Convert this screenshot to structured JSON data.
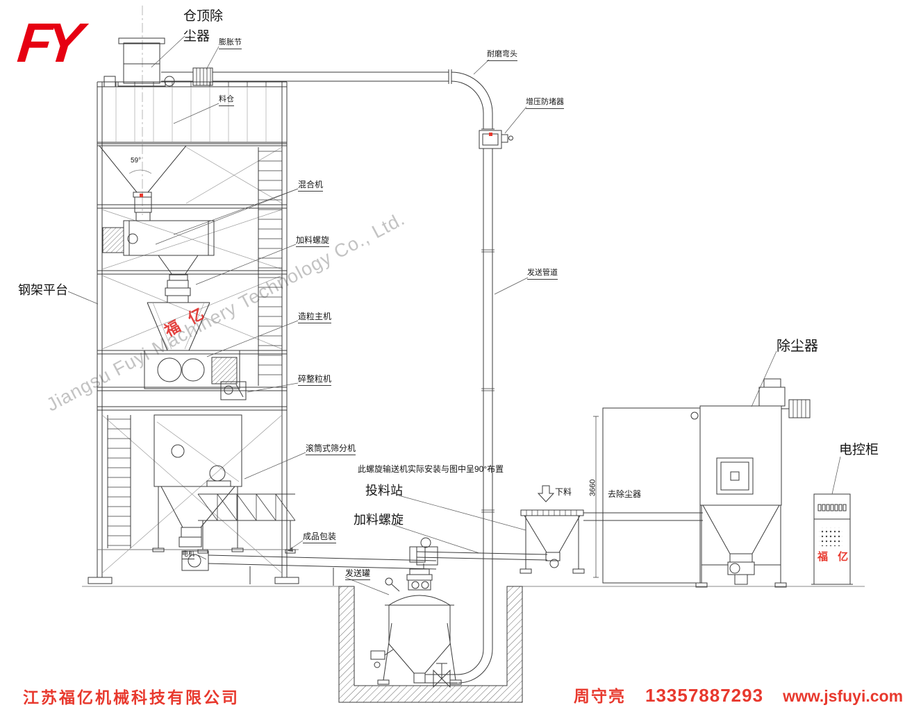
{
  "logo": {
    "text": "FY"
  },
  "watermark": {
    "diagonal_text": "Jiangsu Fuyi Machinery Technology Co., Ltd.",
    "fuyi": "福 亿"
  },
  "cabinet": {
    "brand": "福 亿"
  },
  "labels": {
    "silo_top_dust_collector": "仓顶除尘器",
    "expansion_joint": "膨胀节",
    "material_silo": "料仓",
    "angle": "59°",
    "mixer": "混合机",
    "feeding_screw_upper": "加料螺旋",
    "steel_platform": "钢架平台",
    "granulator": "造粒主机",
    "crusher": "碎整粒机",
    "drum_screener": "滚筒式筛分机",
    "wear_elbow": "耐磨弯头",
    "anti_blocker": "增压防堵器",
    "sending_pipe": "发送管道",
    "install_note": "此螺旋输送机实际安装与图中呈90°布置",
    "feeding_station": "投料站",
    "feeding_screw_lower": "加料螺旋",
    "finished_packaging": "成品包装",
    "motor": "电机",
    "sending_tank": "发送罐",
    "discharge": "下料",
    "dim_3660": "3660",
    "to_dust_collector": "去除尘器",
    "dust_collector": "除尘器",
    "control_cabinet": "电控柜"
  },
  "footer": {
    "company": "江苏福亿机械科技有限公司",
    "contact": "周守亮",
    "phone": "13357887293",
    "website": "www.jsfuyi.com"
  },
  "colors": {
    "accent_red": "#e60012",
    "footer_red": "#e8392e",
    "line": "#3a3a3a",
    "watermark_gray": "#c3c3c3"
  }
}
